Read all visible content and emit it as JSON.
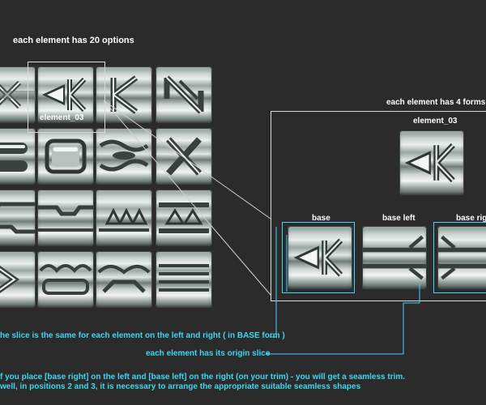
{
  "header": {
    "options_label": "each element has 20 options"
  },
  "grid": {
    "selected_label": "element_03",
    "tiles": [
      {
        "name": "tile-r1-c1",
        "icon": "x-cross-pattern-icon"
      },
      {
        "name": "tile-r1-c2",
        "icon": "arrow-k-pattern-icon"
      },
      {
        "name": "tile-r1-c3",
        "icon": "k-pattern-icon"
      },
      {
        "name": "tile-r1-c4",
        "icon": "diagonal-n-pattern-icon"
      },
      {
        "name": "tile-r2-c1",
        "icon": "rounded-bars-pattern-icon"
      },
      {
        "name": "tile-r2-c2",
        "icon": "framed-panel-pattern-icon"
      },
      {
        "name": "tile-r2-c3",
        "icon": "wave-bars-pattern-icon"
      },
      {
        "name": "tile-r2-c4",
        "icon": "x-slash-pattern-icon"
      },
      {
        "name": "tile-r3-c1",
        "icon": "step-bars-pattern-icon"
      },
      {
        "name": "tile-r3-c2",
        "icon": "step-blocks-pattern-icon"
      },
      {
        "name": "tile-r3-c3",
        "icon": "triangles-pattern-icon"
      },
      {
        "name": "tile-r3-c4",
        "icon": "triangles-bars-pattern-icon"
      },
      {
        "name": "tile-r4-c1",
        "icon": "chevron-pattern-icon"
      },
      {
        "name": "tile-r4-c2",
        "icon": "bumps-pattern-icon"
      },
      {
        "name": "tile-r4-c3",
        "icon": "mounds-pattern-icon"
      },
      {
        "name": "tile-r4-c4",
        "icon": "stripes-pattern-icon"
      }
    ]
  },
  "detail": {
    "forms_label": "each element has 4 forms",
    "element_label": "element_03",
    "forms": [
      {
        "label": "base"
      },
      {
        "label": "base left"
      },
      {
        "label": "base righ"
      }
    ]
  },
  "notes": {
    "slice_note": "he slice is the same for each element on the left and right ( in BASE form )",
    "origin_note": "each element has its origin slice",
    "seamless_line1": "f you place [base right] on the left and [base left] on the right (on your trim) - you will get a seamless trim.",
    "seamless_line2": "well, in positions 2 and 3, it is necessary to arrange the appropriate suitable seamless shapes"
  },
  "colors": {
    "background": "#2b2b2b",
    "accent_cyan": "#3fd6f2",
    "outline": "#d9d9d9"
  }
}
